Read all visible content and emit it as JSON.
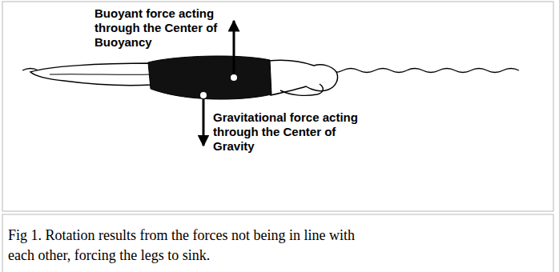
{
  "diagram": {
    "caption": "Fig 1. Rotation results from the forces not being in line with each other, forcing the legs to sink.",
    "labels": [
      "Buoyant force acting through the Center of Buoyancy",
      "Gravitational force acting through the Center of Gravity"
    ]
  }
}
